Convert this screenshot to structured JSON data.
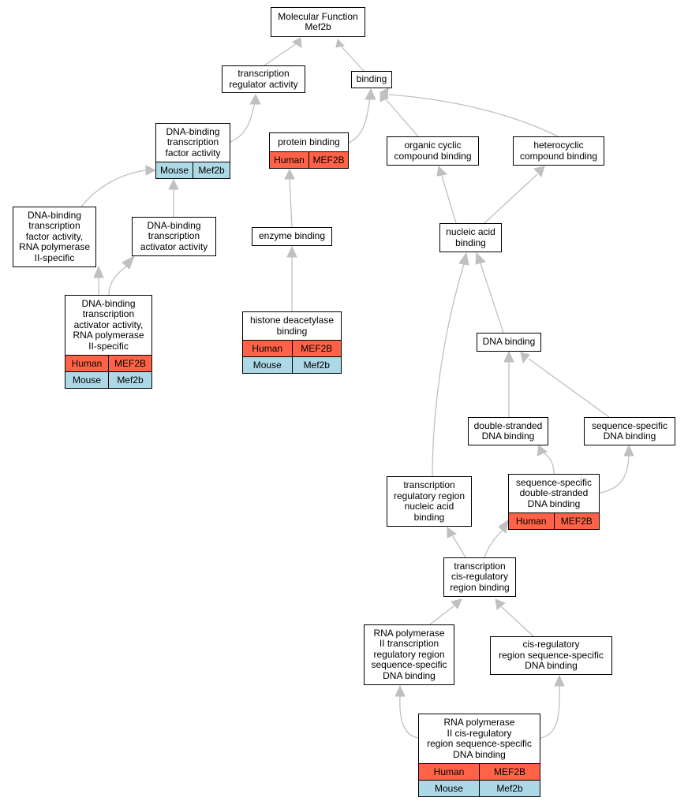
{
  "colors": {
    "edge": "#c0c0c0",
    "human": "#ff6347",
    "mouse": "#add8e6"
  },
  "nodes": {
    "mf_root": {
      "label": "Molecular Function\nMef2b"
    },
    "tr_reg": {
      "label": "transcription\nregulator activity"
    },
    "binding": {
      "label": "binding"
    },
    "dbtf": {
      "label": "DNA-binding\ntranscription\nfactor activity",
      "rows": [
        [
          "Mouse",
          "Mef2b"
        ]
      ]
    },
    "protein_binding": {
      "label": "protein binding",
      "rows": [
        [
          "Human",
          "MEF2B"
        ]
      ]
    },
    "organic_cyclic": {
      "label": "organic cyclic\ncompound binding"
    },
    "heterocyclic": {
      "label": "heterocyclic\ncompound binding"
    },
    "dbtf_pol2": {
      "label": "DNA-binding\ntranscription\nfactor activity,\nRNA polymerase\nII-specific"
    },
    "dbta": {
      "label": "DNA-binding\ntranscription\nactivator activity"
    },
    "enzyme_binding": {
      "label": "enzyme binding"
    },
    "nucleic_acid": {
      "label": "nucleic acid\nbinding"
    },
    "dbta_pol2": {
      "label": "DNA-binding\ntranscription\nactivator activity,\nRNA polymerase\nII-specific",
      "rows": [
        [
          "Human",
          "MEF2B"
        ],
        [
          "Mouse",
          "Mef2b"
        ]
      ]
    },
    "hdac_binding": {
      "label": "histone deacetylase\nbinding",
      "rows": [
        [
          "Human",
          "MEF2B"
        ],
        [
          "Mouse",
          "Mef2b"
        ]
      ]
    },
    "dna_binding": {
      "label": "DNA binding"
    },
    "ds_dna": {
      "label": "double-stranded\nDNA binding"
    },
    "ss_dna": {
      "label": "sequence-specific\nDNA binding"
    },
    "tr_region": {
      "label": "transcription\nregulatory region\nnucleic acid\nbinding"
    },
    "ss_ds_dna": {
      "label": "sequence-specific\ndouble-stranded\nDNA binding",
      "rows": [
        [
          "Human",
          "MEF2B"
        ]
      ]
    },
    "cis_reg": {
      "label": "transcription\ncis-regulatory\nregion binding"
    },
    "pol2_tr_region": {
      "label": "RNA polymerase\nII transcription\nregulatory region\nsequence-specific\nDNA binding"
    },
    "cis_reg_ss": {
      "label": "cis-regulatory\nregion sequence-specific\nDNA binding"
    },
    "pol2_cis_reg": {
      "label": "RNA polymerase\nII cis-regulatory\nregion sequence-specific\nDNA binding",
      "rows": [
        [
          "Human",
          "MEF2B"
        ],
        [
          "Mouse",
          "Mef2b"
        ]
      ]
    }
  }
}
